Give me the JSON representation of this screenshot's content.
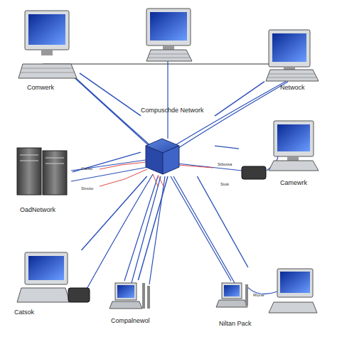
{
  "diagram": {
    "nodes": [
      {
        "text": [
          "Comwerk"
        ]
      },
      {
        "text": [
          "Netwock"
        ]
      },
      {
        "text": [
          "Compuschde Network"
        ]
      },
      {
        "text": [
          "OadNetwork"
        ]
      },
      {
        "text": [
          "Camewrk"
        ]
      },
      {
        "text": [
          "Catsok"
        ]
      },
      {
        "text": [
          "Compalnewol"
        ]
      },
      {
        "text": [
          "Niltan Pack"
        ]
      }
    ],
    "edges": [
      {
        "from": 2,
        "to": 0,
        "arrow": "none"
      },
      {
        "from": 2,
        "to": 1,
        "arrow": "none"
      },
      {
        "from": 2,
        "to": 3,
        "arrow": "none"
      },
      {
        "from": 2,
        "to": 4,
        "arrow": "none"
      },
      {
        "from": 2,
        "to": 5,
        "arrow": "none"
      },
      {
        "from": 2,
        "to": 6,
        "arrow": "none"
      },
      {
        "from": 2,
        "to": 7,
        "arrow": "none"
      }
    ],
    "labels": [
      "Gatso",
      "Stnoto",
      "Stbotsa",
      "Stok",
      "Rlone"
    ]
  }
}
